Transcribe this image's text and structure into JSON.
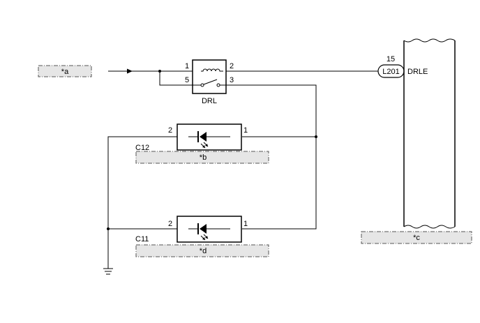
{
  "notes": {
    "a": "*a",
    "b": "*b",
    "c": "*c",
    "d": "*d"
  },
  "relay": {
    "name": "DRL",
    "pins": {
      "p1": "1",
      "p2": "2",
      "p5": "5",
      "p3": "3"
    }
  },
  "connector": {
    "pin": "15",
    "code": "L201",
    "signal": "DRLE"
  },
  "lamp_upper": {
    "code": "C12",
    "pin_left": "2",
    "pin_right": "1"
  },
  "lamp_lower": {
    "code": "C11",
    "pin_left": "2",
    "pin_right": "1"
  },
  "colors": {
    "note_fill": "#e6e6e6",
    "line": "#000000"
  }
}
